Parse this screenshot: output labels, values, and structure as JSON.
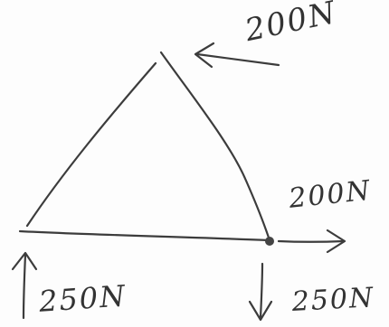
{
  "forces": {
    "apex_load": "200N",
    "horizontal_load": "200N",
    "left_reaction": "250N",
    "right_reaction": "250N"
  }
}
